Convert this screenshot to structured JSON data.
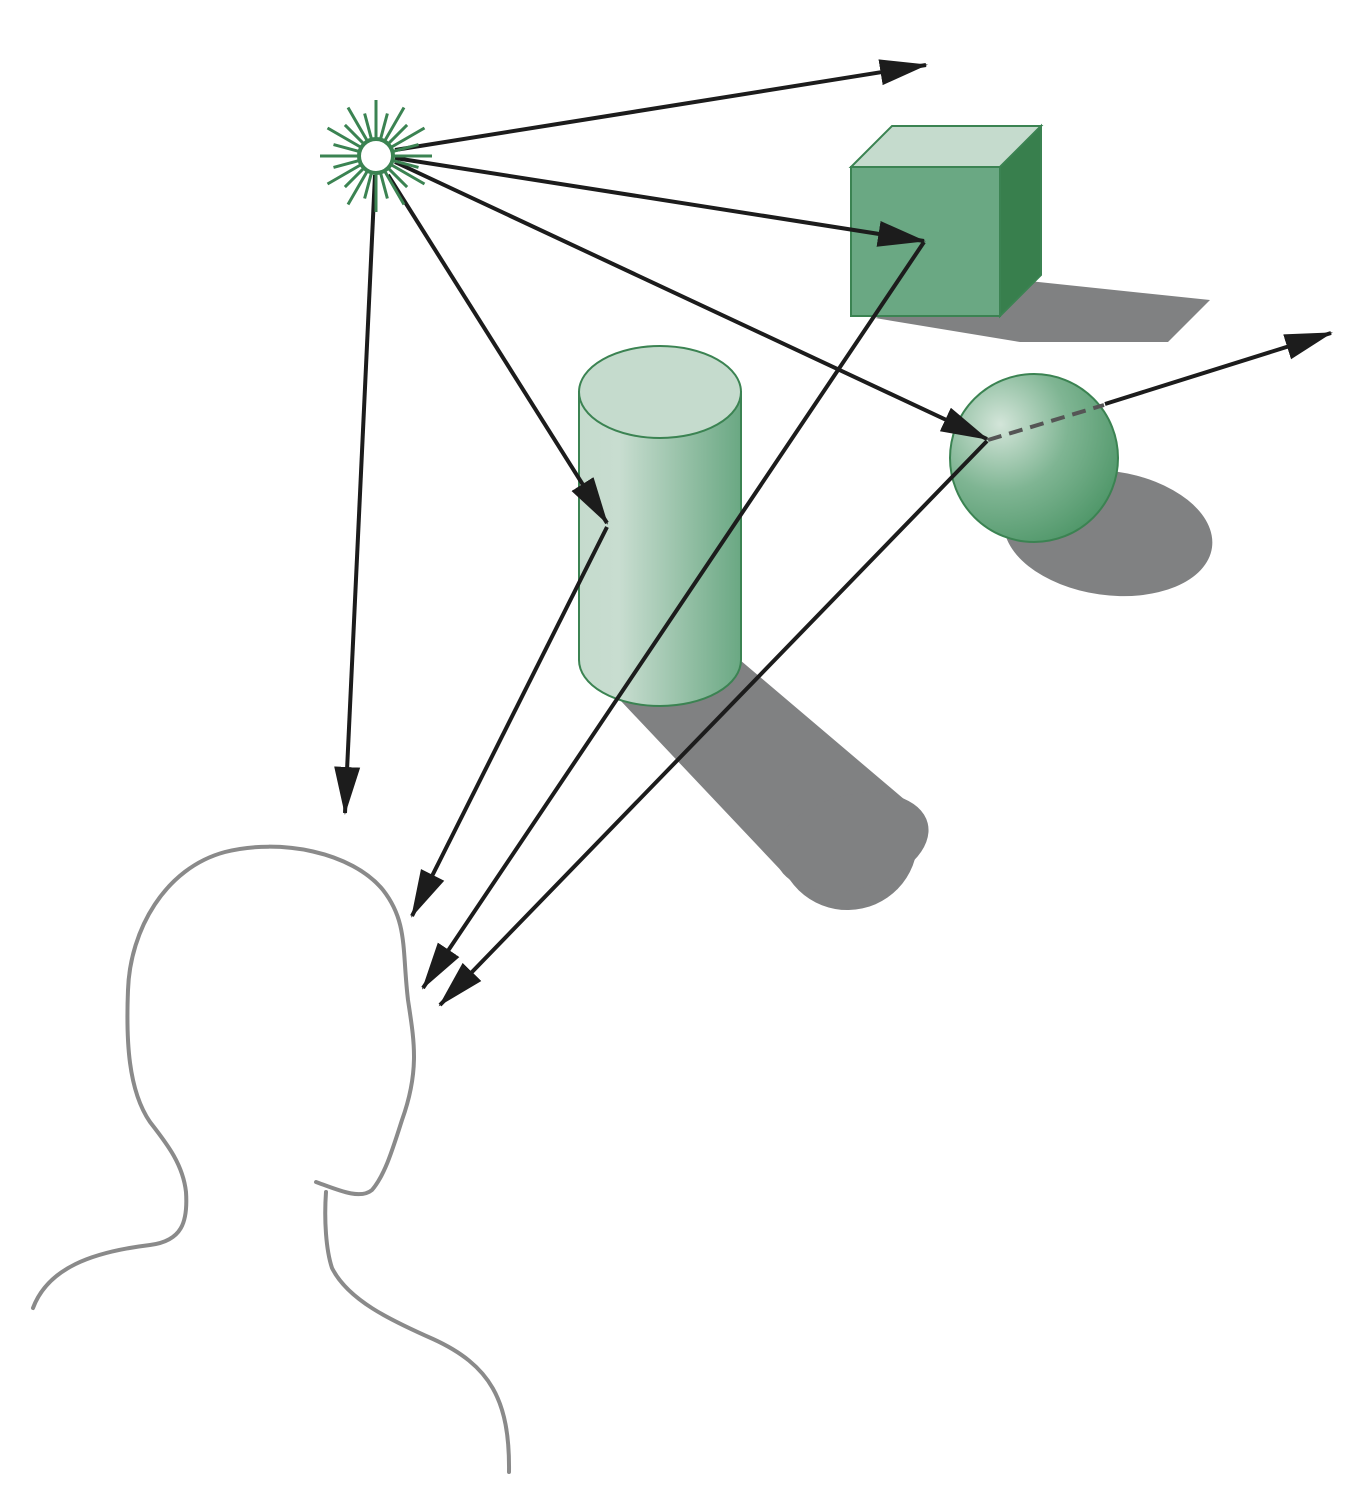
{
  "colors": {
    "background": "#ffffff",
    "ray": "#1c1c1c",
    "shadow": "#808182",
    "object_light": "#c5dbcd",
    "object_mid": "#6aa883",
    "object_dark": "#387f4d",
    "object_outline": "#3b8352",
    "viewer_outline": "#8a8a8a",
    "refraction_dashed": "#555555"
  },
  "icons": {
    "light_source": "starburst-icon",
    "viewer": "person-head-silhouette"
  },
  "scene": {
    "objects": [
      "cube",
      "cylinder",
      "sphere"
    ],
    "light_sources": 1,
    "viewers": 1,
    "rays": 9
  }
}
